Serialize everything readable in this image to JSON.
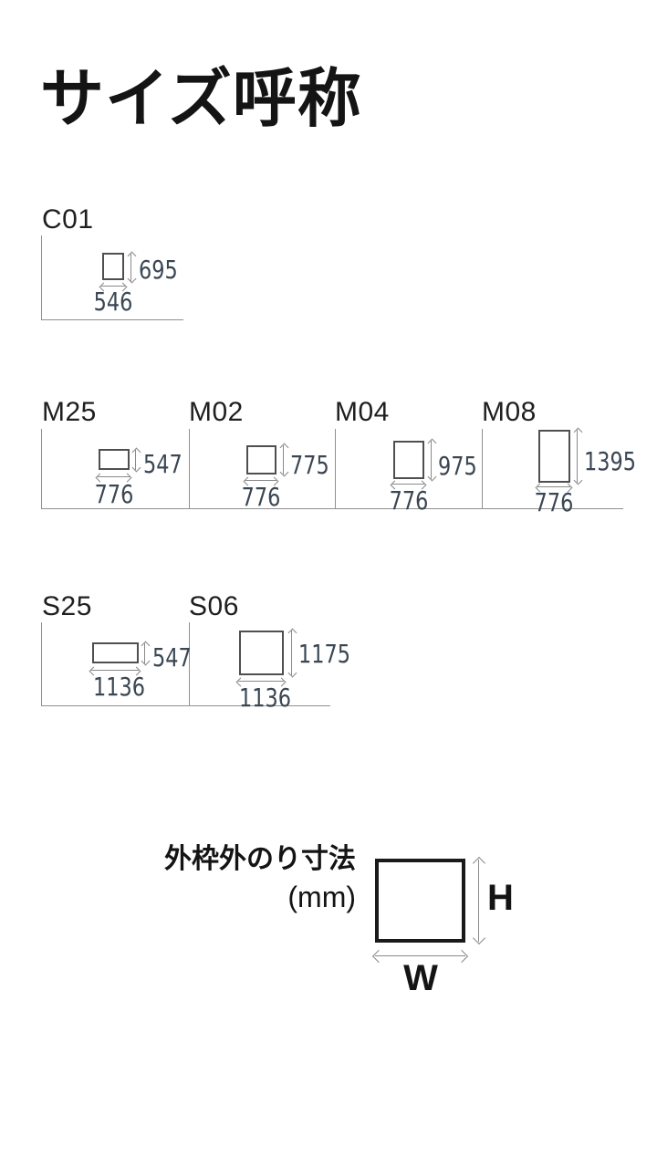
{
  "page": {
    "title": "サイズ呼称"
  },
  "colors": {
    "background": "#ffffff",
    "title_text": "#141414",
    "code_text": "#1f1f1f",
    "dim_text": "#3a4653",
    "arrow": "#8a8a8a",
    "rect_border": "#4f4f4f",
    "frame_line": "#909090",
    "legend_border": "#1a1a1a"
  },
  "sizes": [
    {
      "code": "C01",
      "width_mm": "546",
      "height_mm": "695"
    },
    {
      "code": "M25",
      "width_mm": "776",
      "height_mm": "547"
    },
    {
      "code": "M02",
      "width_mm": "776",
      "height_mm": "775"
    },
    {
      "code": "M04",
      "width_mm": "776",
      "height_mm": "975"
    },
    {
      "code": "M08",
      "width_mm": "776",
      "height_mm": "1395"
    },
    {
      "code": "S25",
      "width_mm": "1136",
      "height_mm": "547"
    },
    {
      "code": "S06",
      "width_mm": "1136",
      "height_mm": "1175"
    }
  ],
  "legend": {
    "label_line1": "外枠外のり寸法",
    "label_line2": "(mm)",
    "height_label": "H",
    "width_label": "W"
  }
}
